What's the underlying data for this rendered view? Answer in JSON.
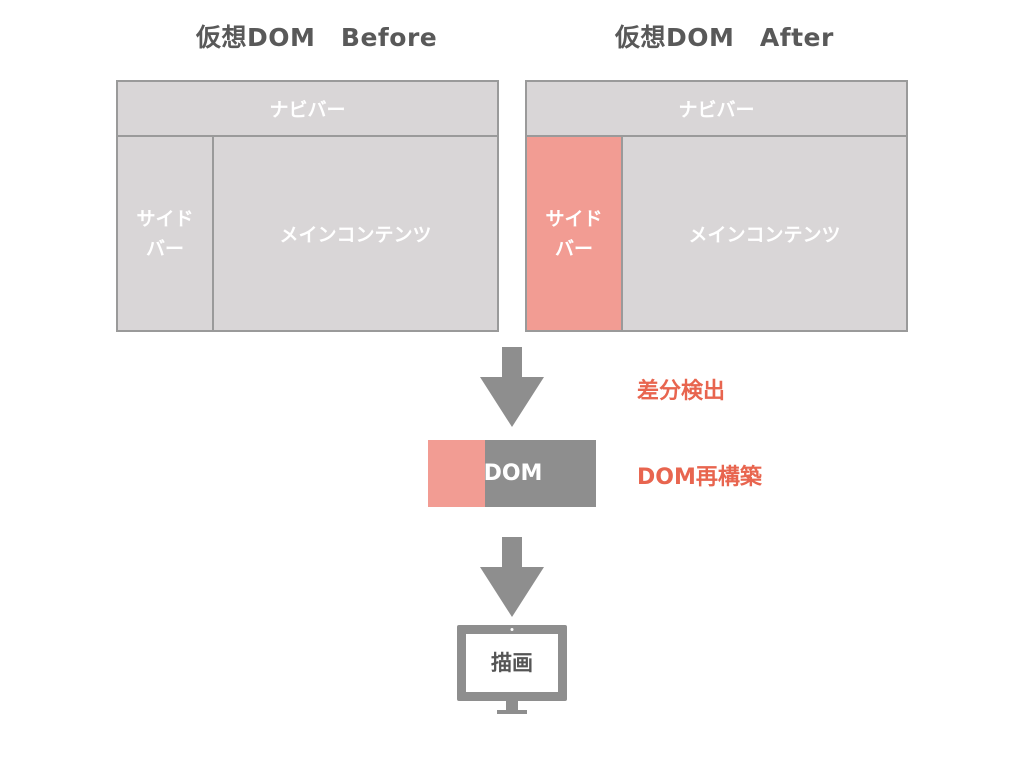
{
  "before": {
    "title": "仮想DOM　Before",
    "navbar": "ナビバー",
    "sidebar_line1": "サイド",
    "sidebar_line2": "バー",
    "main": "メインコンテンツ"
  },
  "after": {
    "title": "仮想DOM　After",
    "navbar": "ナビバー",
    "sidebar_line1": "サイド",
    "sidebar_line2": "バー",
    "main": "メインコンテンツ"
  },
  "steps": {
    "diff": "差分検出",
    "rebuild": "DOM再構築"
  },
  "dom_bar": {
    "label": "DOM"
  },
  "render": {
    "label": "描画"
  },
  "colors": {
    "panel": "#d9d6d7",
    "border": "#9a9a9a",
    "changed": "#f29c93",
    "accent_text": "#e8654f",
    "arrow": "#8e8e8e"
  }
}
